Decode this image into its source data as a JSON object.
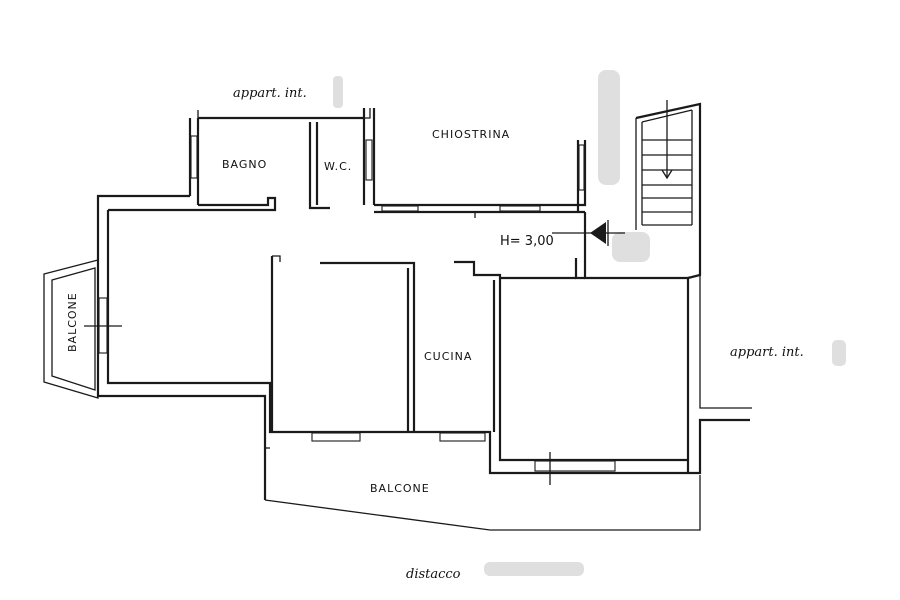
{
  "labels": {
    "appart_top": "appart. int.",
    "appart_right": "appart. int.",
    "chiostrina": "CHIOSTRINA",
    "bagno": "BAGNO",
    "wc": "W.C.",
    "height": "H= 3,00",
    "cucina": "CUCINA",
    "balcone_left": "BALCONE",
    "balcone_bottom": "BALCONE",
    "distacco": "distacco"
  },
  "colors": {
    "line": "#1a1a1a",
    "smudge": "#d9d9d9"
  }
}
